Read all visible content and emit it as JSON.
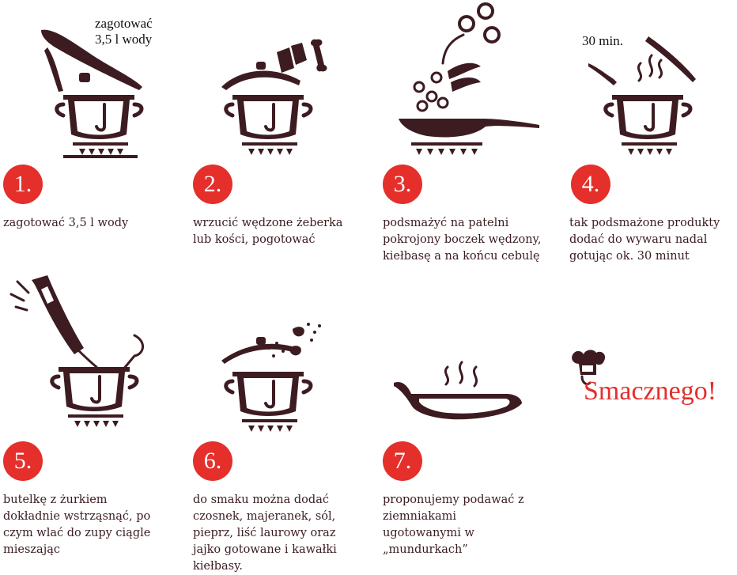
{
  "steps": [
    {
      "number": "1.",
      "text": "zagotować 3,5 l wody",
      "label": "zagotować\n3,5 l wody",
      "icon": "pot-boiling-water-icon"
    },
    {
      "number": "2.",
      "text": "wrzucić wędzone żeberka\nlub kości, pogotować",
      "icon": "pot-ribs-bones-icon"
    },
    {
      "number": "3.",
      "text": "podsmażyć na patelni\npokrojony boczek wędzony,\nkiełbasę a na końcu cebulę",
      "icon": "frying-pan-icon"
    },
    {
      "number": "4.",
      "text": "tak podsmażone produkty\ndodać do wywaru nadal\ngotując ok. 30 minut",
      "label": "30 min.",
      "icon": "pot-simmering-icon"
    },
    {
      "number": "5.",
      "text": "butelkę z żurkiem\ndokładnie wstrząsnąć, po\nczym wlać do zupy ciągle\nmieszając",
      "icon": "bottle-whisk-pot-icon"
    },
    {
      "number": "6.",
      "text": "do smaku można dodać\nczosnek, majeranek, sól,\npieprz, liść laurowy oraz\njajko gotowane i kawałki\nkiełbasy.",
      "icon": "pot-seasoning-icon"
    },
    {
      "number": "7.",
      "text": "proponujemy podawać z\nziemniakami\nugotowanymi w\n„mundurkach”",
      "icon": "steaming-pan-icon"
    }
  ],
  "brand": {
    "text": "Smacznego!",
    "icon": "chef-hat-icon"
  },
  "colors": {
    "accent": "#e42f2b",
    "ink": "#3d1c21"
  }
}
